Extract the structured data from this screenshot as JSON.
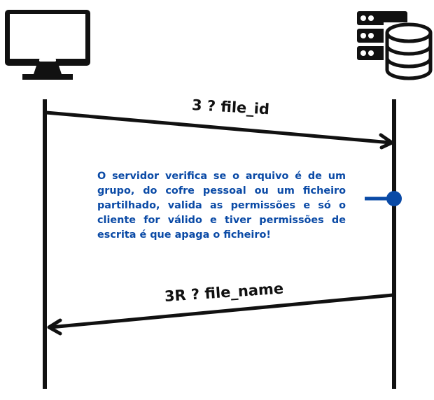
{
  "participants": {
    "client": {
      "icon": "desktop-computer-icon"
    },
    "server": {
      "icon": "database-server-icon"
    }
  },
  "messages": [
    {
      "label": "3 ? file_id",
      "from": "client",
      "to": "server"
    },
    {
      "label": "3R ? file_name",
      "from": "server",
      "to": "client"
    }
  ],
  "note": {
    "text": "O servidor verifica se o arquivo é de um grupo, do cofre pessoal ou um ficheiro partilhado, valida as permissões e só o cliente for válido e tiver permissões de escrita é que apaga o ficheiro!",
    "color": "#0a4aa6"
  },
  "colors": {
    "line": "#111111",
    "note_marker": "#0a4aa6"
  }
}
